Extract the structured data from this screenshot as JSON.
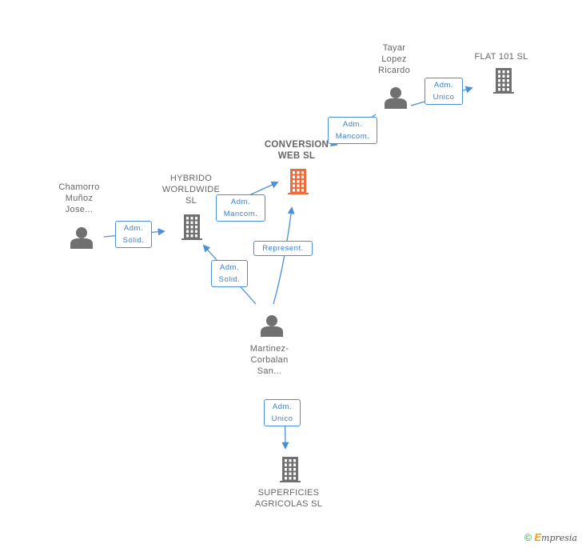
{
  "nodes": {
    "conversion": {
      "label": [
        "CONVERSION",
        "WEB SL"
      ],
      "type": "company",
      "color": "#f06a3a",
      "main": true
    },
    "hybrido": {
      "label": [
        "HYBRIDO",
        "WORLDWIDE",
        "SL"
      ],
      "type": "company",
      "color": "#707070"
    },
    "flat101": {
      "label": [
        "FLAT 101 SL"
      ],
      "type": "company",
      "color": "#707070"
    },
    "superficies": {
      "label": [
        "SUPERFICIES",
        "AGRICOLAS SL"
      ],
      "type": "company",
      "color": "#707070"
    },
    "tayar": {
      "label": [
        "Tayar",
        "Lopez",
        "Ricardo"
      ],
      "type": "person",
      "color": "#707070"
    },
    "chamorro": {
      "label": [
        "Chamorro",
        "Muñoz",
        "Jose..."
      ],
      "type": "person",
      "color": "#707070"
    },
    "martinez": {
      "label": [
        "Martinez-",
        "Corbalan",
        "San..."
      ],
      "type": "person",
      "color": "#707070"
    }
  },
  "edges": [
    {
      "id": "tayar-flat",
      "label": [
        "Adm.",
        "Unico"
      ]
    },
    {
      "id": "tayar-conversion",
      "label": [
        "Adm.",
        "Mancom."
      ]
    },
    {
      "id": "hybrido-conversion",
      "label": [
        "Adm.",
        "Mancom."
      ]
    },
    {
      "id": "chamorro-hybrido",
      "label": [
        "Adm.",
        "Solid."
      ]
    },
    {
      "id": "martinez-hybrido",
      "label": [
        "Adm.",
        "Solid."
      ]
    },
    {
      "id": "martinez-conversion",
      "label": [
        "Represent."
      ]
    },
    {
      "id": "martinez-superficies",
      "label": [
        "Adm.",
        "Unico"
      ]
    }
  ],
  "colors": {
    "edge": "#4a90d9",
    "node_gray": "#707070",
    "node_main": "#f06a3a"
  },
  "footer": {
    "copyright": "©",
    "brand_initial": "E",
    "brand_rest": "mpresia"
  }
}
